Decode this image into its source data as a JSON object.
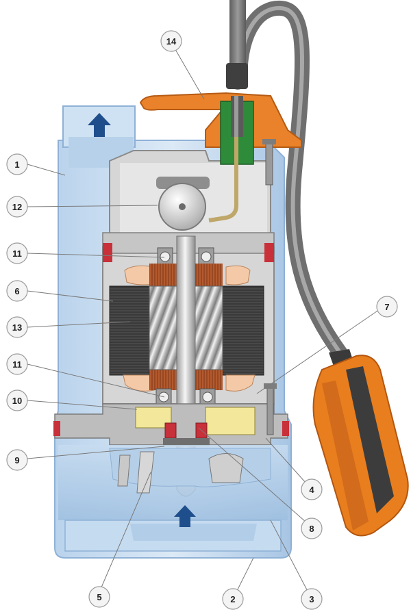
{
  "diagram": {
    "colors": {
      "housing_light": "#cfe2f3",
      "housing_mid": "#a9c8e6",
      "housing_dark": "#6d98c4",
      "grey_parts": "#cfcfcf",
      "dark_grey": "#8e8e8e",
      "cable": "#7f7f7f",
      "float": "#e87e1e",
      "handle": "#e9822a",
      "winding": "#3b3b3b",
      "copper": "#b85a2c",
      "oil": "#f2e79a",
      "seal_red": "#c8303a",
      "arrow": "#1f4e8c",
      "green_part": "#2e8b3a"
    },
    "callouts": [
      {
        "id": "c1",
        "label": "1"
      },
      {
        "id": "c2",
        "label": "2"
      },
      {
        "id": "c3",
        "label": "3"
      },
      {
        "id": "c4",
        "label": "4"
      },
      {
        "id": "c5",
        "label": "5"
      },
      {
        "id": "c6",
        "label": "6"
      },
      {
        "id": "c7",
        "label": "7"
      },
      {
        "id": "c8",
        "label": "8"
      },
      {
        "id": "c9",
        "label": "9"
      },
      {
        "id": "c10",
        "label": "10"
      },
      {
        "id": "c11a",
        "label": "11"
      },
      {
        "id": "c11b",
        "label": "11"
      },
      {
        "id": "c12",
        "label": "12"
      },
      {
        "id": "c13",
        "label": "13"
      },
      {
        "id": "c14",
        "label": "14"
      }
    ]
  }
}
